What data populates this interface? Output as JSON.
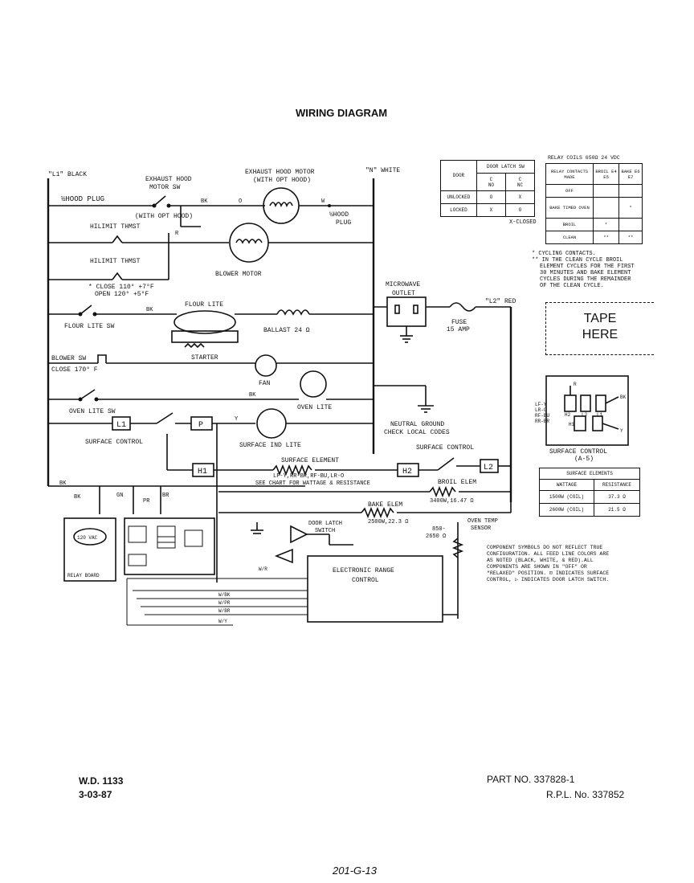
{
  "title": "WIRING DIAGRAM",
  "labels": {
    "l1": "\"L1\" BLACK",
    "n": "\"N\" WHITE",
    "hood_plug_left": "½HOOD PLUG",
    "hood_plug_right_1": "½HOOD",
    "hood_plug_right_2": "PLUG",
    "exhaust_sw_1": "EXHAUST HOOD",
    "exhaust_sw_2": "MOTOR SW",
    "with_opt_hood": "(WITH OPT HOOD)",
    "exhaust_motor_1": "EXHAUST HOOD MOTOR",
    "exhaust_motor_2": "(WITH OPT HOOD)",
    "hilimit_1": "HILIMIT THMST",
    "hilimit_2": "HILIMIT THMST",
    "blower_motor": "BLOWER MOTOR",
    "close_open_1": "* CLOSE 110° +7°F",
    "close_open_2": "OPEN 120° +5°F",
    "flour_lite": "FLOUR LITE",
    "flour_lite_sw": "FLOUR LITE SW",
    "ballast": "BALLAST 24 Ω",
    "starter": "STARTER",
    "blower_sw_1": "BLOWER SW",
    "blower_sw_2": "CLOSE 170° F",
    "fan": "FAN",
    "oven_lite": "OVEN LITE",
    "oven_lite_sw": "OVEN LITE SW",
    "surface_control": "SURFACE CONTROL",
    "surface_ind_lite": "SURFACE IND LITE",
    "neutral_ground_1": "NEUTRAL GROUND",
    "neutral_ground_2": "CHECK LOCAL CODES",
    "microwave_1": "MICROWAVE",
    "microwave_2": "OUTLET",
    "fuse_1": "FUSE",
    "fuse_2": "15 AMP",
    "l2_red": "\"L2\" RED",
    "surface_element": "SURFACE ELEMENT",
    "surface_element_codes": "LF-Y,RR-BR,RF-BU,LR-O",
    "see_chart": "SEE CHART FOR WATTAGE & RESISTANCE",
    "surface_control_2": "SURFACE CONTROL",
    "broil_elem": "BROIL ELEM",
    "broil_spec": "3400W,16.47 Ω",
    "bake_elem": "BAKE ELEM",
    "bake_spec": "2500W,22.3 Ω",
    "oven_temp_1": "OVEN TEMP",
    "oven_temp_2": "SENSOR",
    "oven_temp_range_1": "850-",
    "oven_temp_range_2": "2650 Ω",
    "door_latch_switch_1": "DOOR LATCH",
    "door_latch_switch_2": "SWITCH",
    "erc_1": "ELECTRONIC RANGE",
    "erc_2": "CONTROL",
    "surface_control_a5_1": "SURFACE CONTROL",
    "surface_control_a5_2": "(A-5)",
    "relay_board": "RELAY BOARD",
    "coil_volts": "120 VAC",
    "cycling_1": "* CYCLING CONTACTS.",
    "cycling_2": "** IN THE CLEAN CYCLE BROIL",
    "cycling_3": "ELEMENT CYCLES FOR THE FIRST",
    "cycling_4": "30 MINUTES AND BAKE ELEMENT",
    "cycling_5": "CYCLES DURING THE REMAINDER",
    "cycling_6": "OF THE CLEAN CYCLE.",
    "note_1": "COMPONENT SYMBOLS DO NOT REFLECT TRUE",
    "note_2": "CONFIGURATION. ALL FEED LINE COLORS ARE",
    "note_3": "AS NOTED (BLACK, WHITE, & RED).ALL",
    "note_4": "COMPONENTS ARE SHOWN IN \"OFF\" OR",
    "note_5": "\"RELAXED\" POSITION. ⊡ INDICATES SURFACE",
    "note_6": "CONTROL, ▷ INDICATES DOOR LATCH SWITCH.",
    "x_closed": "X-CLOSED",
    "tape_1": "TAPE",
    "tape_2": "HERE",
    "wire_bk": "BK",
    "wire_o": "O",
    "wire_w": "W",
    "wire_r": "R",
    "wire_y": "Y",
    "wire_gn": "GN",
    "wire_pr": "PR",
    "wire_br": "BR",
    "wire_wr": "W/R",
    "wire_wbk": "W/BK",
    "wire_wpr": "W/PR",
    "wire_wbr": "W/BR",
    "wire_wy": "W/Y"
  },
  "control_boxes": {
    "l1": "L1",
    "p": "P",
    "h1": "H1",
    "h2": "H2",
    "l2": "L2"
  },
  "door_latch_table": {
    "header_main": "DOOR LATCH SW",
    "col_door": "DOOR",
    "col_c_no": [
      "C",
      "NO"
    ],
    "col_c_nc": [
      "C",
      "NC"
    ],
    "rows": [
      {
        "door": "UNLOCKED",
        "no": "O",
        "nc": "X"
      },
      {
        "door": "LOCKED",
        "no": "X",
        "nc": "O"
      }
    ]
  },
  "relay_table": {
    "title": "RELAY COILS 650Ω 24 VDC",
    "col_contacts": "RELAY CONTACTS MADE",
    "col_broil": "BROIL E4 E5",
    "col_bake": "BAKE E6 E7",
    "rows": [
      {
        "state": "OFF",
        "broil": "",
        "bake": ""
      },
      {
        "state": "BAKE TIMED OVEN",
        "broil": "",
        "bake": "*"
      },
      {
        "state": "BROIL",
        "broil": "*",
        "bake": ""
      },
      {
        "state": "CLEAN",
        "broil": "**",
        "bake": "**"
      }
    ]
  },
  "surface_elements_table": {
    "title": "SURFACE ELEMENTS",
    "col_wattage": "WATTAGE",
    "col_resistance": "RESISTANCE",
    "rows": [
      {
        "wattage": "1500W (COIL)",
        "resistance": "37.3 Ω"
      },
      {
        "wattage": "2600W (COIL)",
        "resistance": "21.5 Ω"
      }
    ]
  },
  "surface_control_pins": {
    "lf": "LF-Y",
    "lr": "LR-O",
    "rf": "RF-BU",
    "rr": "RR-BR",
    "h2": "H2",
    "l2": "L2",
    "l1": "L1",
    "h1": "H1",
    "r": "R",
    "bk": "BK",
    "y": "Y"
  },
  "footer": {
    "wd": "W.D. 1133",
    "date": "3-03-87",
    "part": "PART NO. 337828-1",
    "rpl": "R.P.L. No. 337852",
    "handwritten": "201-G-13"
  }
}
